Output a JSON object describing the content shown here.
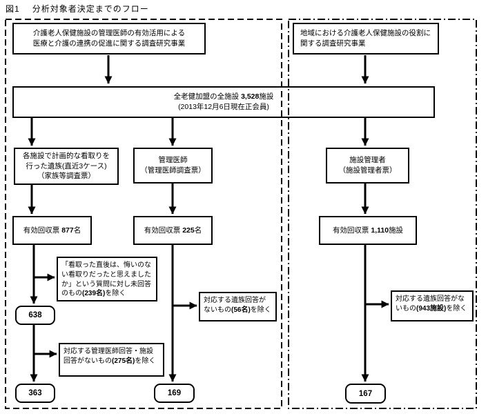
{
  "header": {
    "fig_label": "図1",
    "title": "分析対象者決定までのフロー"
  },
  "left_study": {
    "project": {
      "line1": "介護老人保健施設の管理医師の有効活用による",
      "line2": "医療と介護の連携の促進に関する調査研究事業"
    }
  },
  "right_study": {
    "project": {
      "line1": "地域における介護老人保健施設の役割に",
      "line2": "関する調査研究事業"
    }
  },
  "all_facilities": {
    "pre": "全老健加盟の全施設 ",
    "count": "3,528",
    "post": "施設",
    "line2": "(2013年12月6日現在正会員)"
  },
  "family_branch": {
    "target": {
      "line1": "各施設で計画的な看取りを",
      "line2": "行った遺族(直近3ケース)",
      "line3": "（家族等調査票）"
    },
    "valid": {
      "label": "有効回収票 ",
      "count": "877",
      "unit": "名"
    },
    "exclusion1": {
      "before": "「看取った直後は、悔いのない看取りだったと思えましたか」という質問に対し未回答のもの",
      "count": "(239名)",
      "after": "を除く"
    },
    "result1": "638",
    "exclusion2": {
      "before": "対応する管理医師回答・施設回答がないもの",
      "count": "(275名)",
      "after": "を除く"
    },
    "result2": "363"
  },
  "doctor_branch": {
    "target": {
      "line1": "管理医師",
      "line2": "（管理医師調査票）"
    },
    "valid": {
      "label": "有効回収票 ",
      "count": "225",
      "unit": "名"
    },
    "exclusion": {
      "before": "対応する遺族回答がないもの",
      "count": "(56名)",
      "after": "を除く"
    },
    "result": "169"
  },
  "admin_branch": {
    "target": {
      "line1": "施設管理者",
      "line2": "（施設管理者票）"
    },
    "valid": {
      "label": "有効回収票 ",
      "count": "1,110",
      "unit": "施設"
    },
    "exclusion": {
      "before": "対応する遺族回答がないもの",
      "count": "(943施設)",
      "after": "を除く"
    },
    "result": "167"
  },
  "colors": {
    "line": "#000000",
    "background": "#ffffff"
  }
}
